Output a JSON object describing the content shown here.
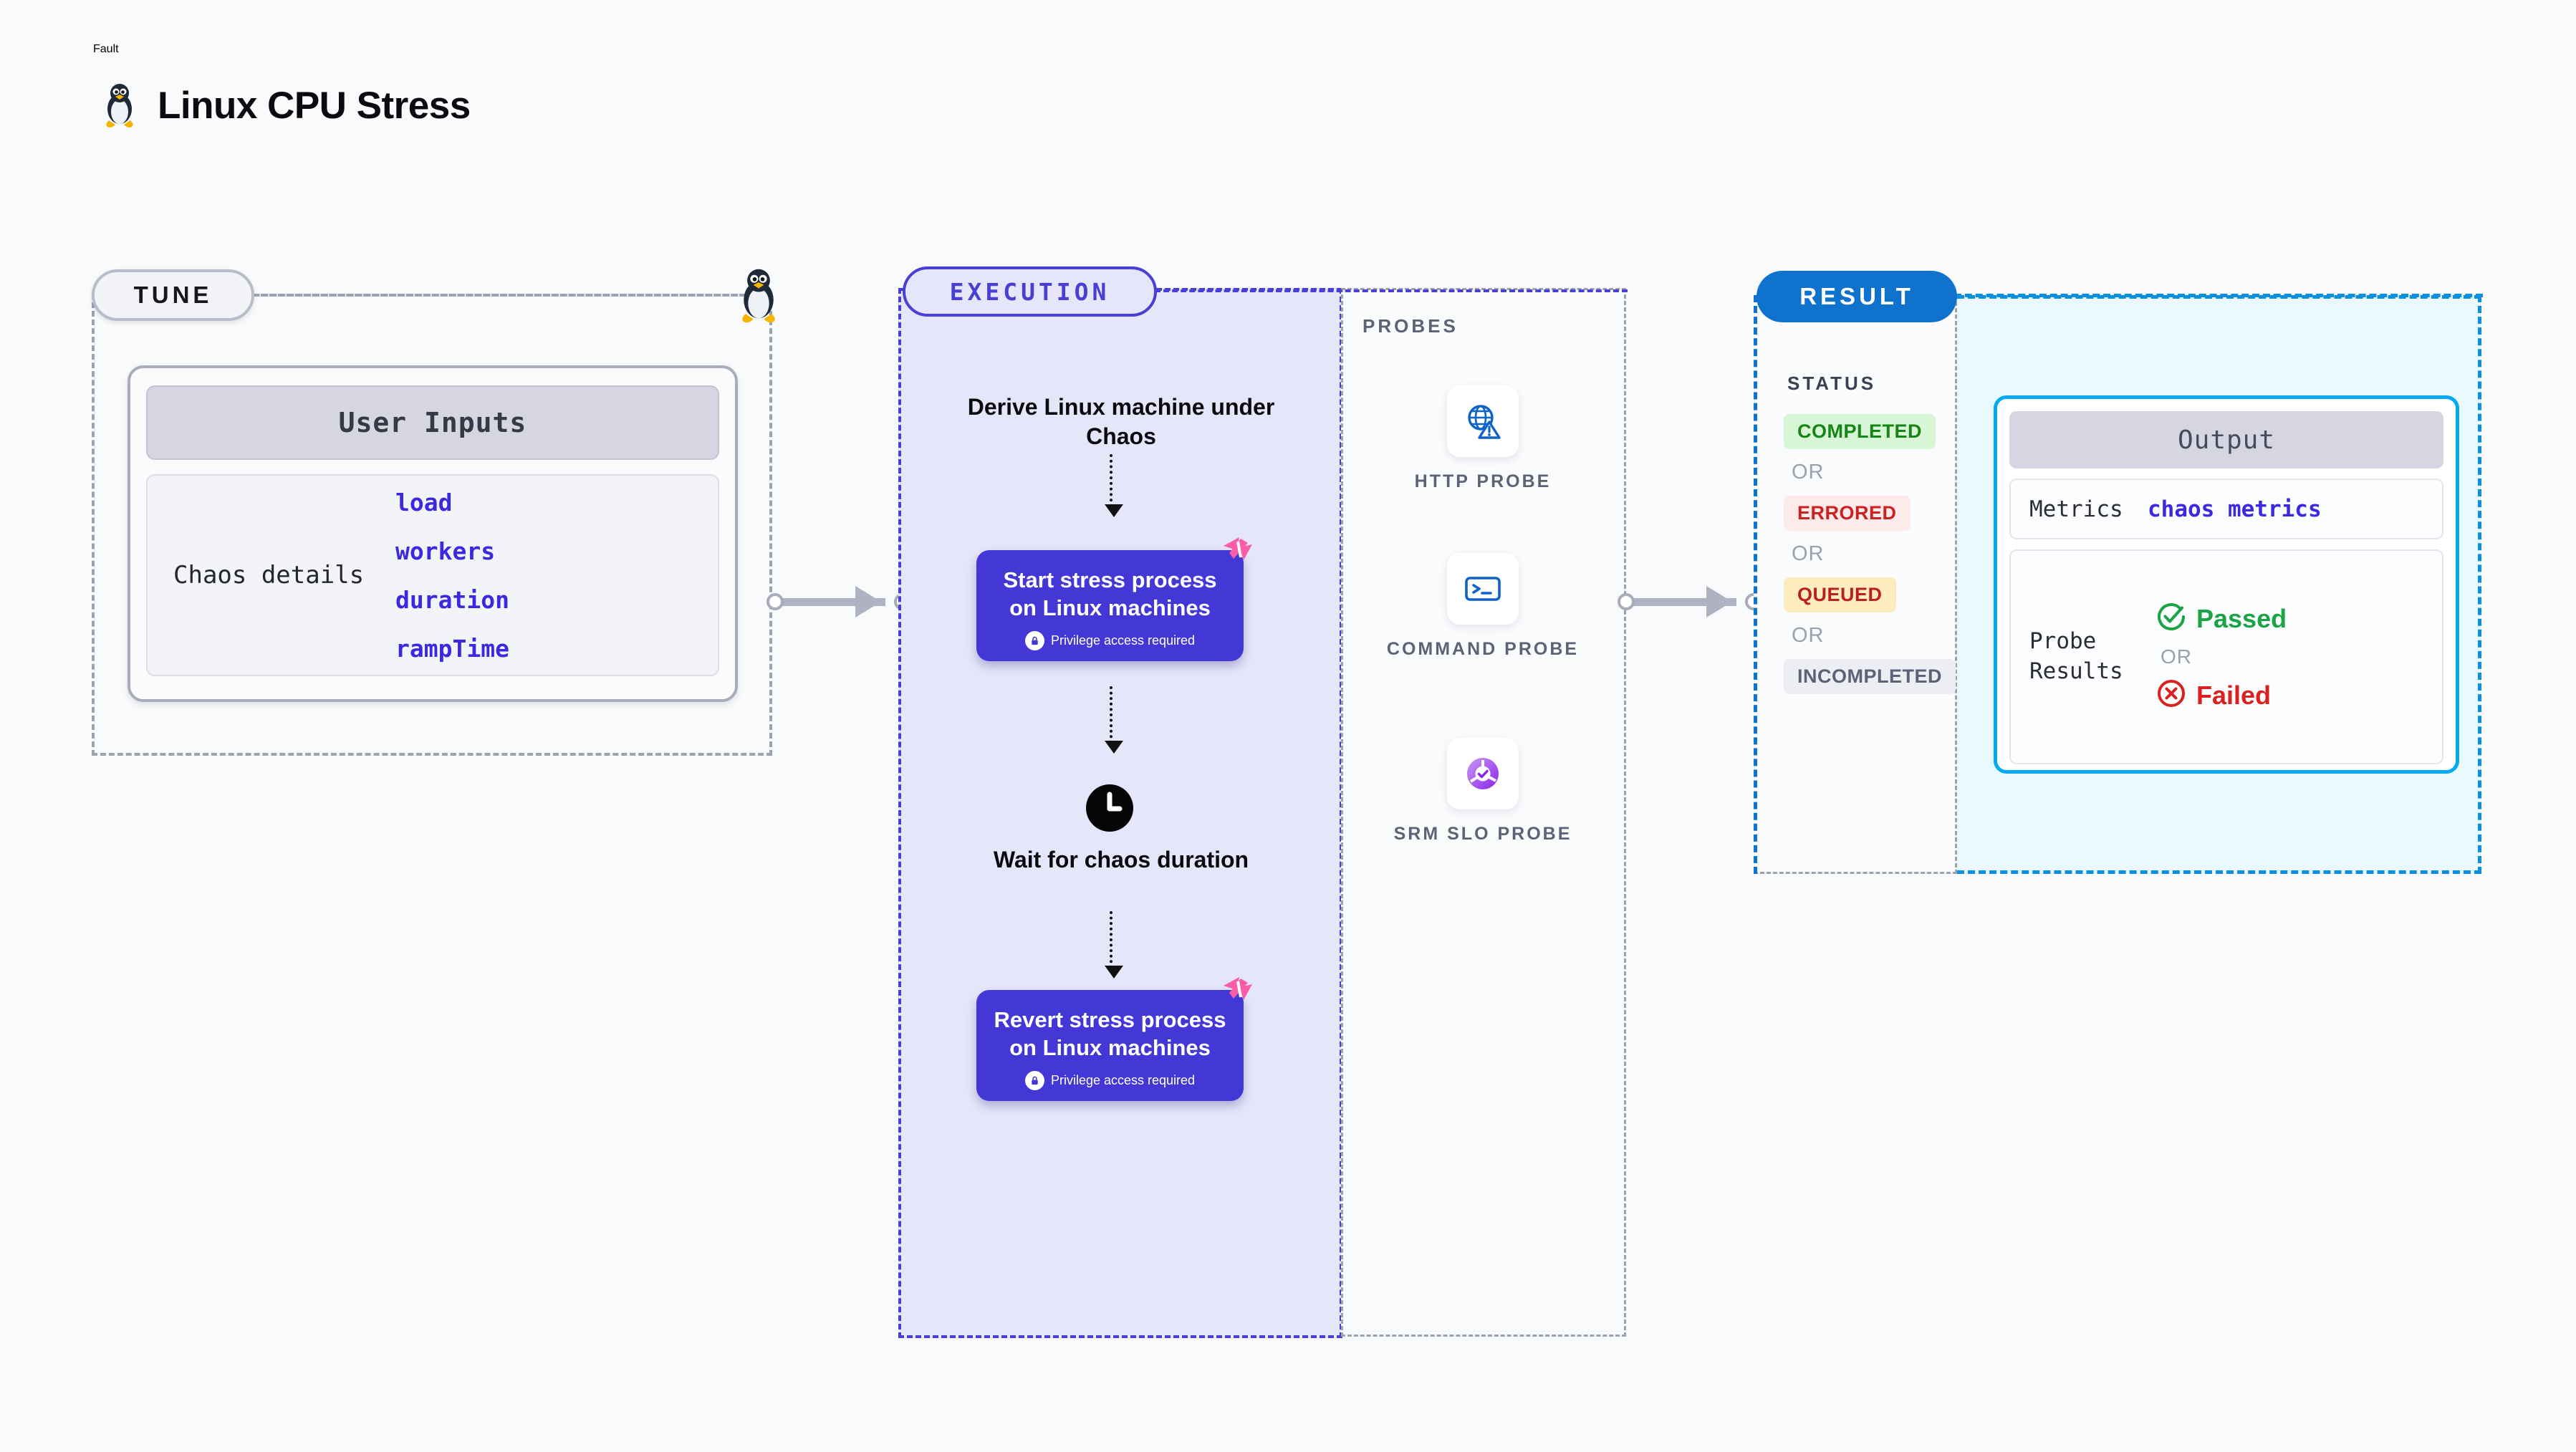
{
  "header": {
    "kicker": "Fault",
    "title": "Linux CPU Stress",
    "icon": "linux-penguin-icon"
  },
  "tune": {
    "pill_label": "TUNE",
    "penguin_icon": "linux-penguin-icon",
    "card": {
      "header": "User Inputs",
      "details_label": "Chaos details",
      "params": [
        "load",
        "workers",
        "duration",
        "rampTime"
      ]
    }
  },
  "execution": {
    "pill_label": "EXECUTION",
    "derive_label": "Derive Linux machine under Chaos",
    "nodes": [
      {
        "title": "Start stress process on Linux machines",
        "privilege": "Privilege access required",
        "badge": "harness-logo-icon",
        "lock": "lock-icon"
      },
      {
        "title": "Revert stress process on Linux machines",
        "privilege": "Privilege access required",
        "badge": "harness-logo-icon",
        "lock": "lock-icon"
      }
    ],
    "wait": {
      "icon": "clock-icon",
      "label": "Wait for chaos duration"
    }
  },
  "probes": {
    "section_label": "PROBES",
    "items": [
      {
        "icon": "globe-warning-icon",
        "caption": "HTTP PROBE"
      },
      {
        "icon": "terminal-command-icon",
        "caption": "COMMAND PROBE"
      },
      {
        "icon": "srm-slo-icon",
        "caption": "SRM SLO PROBE"
      }
    ]
  },
  "result": {
    "pill_label": "RESULT",
    "status_label": "STATUS",
    "or_label": "OR",
    "statuses": [
      {
        "label": "COMPLETED",
        "bg": "#d8f5d6",
        "fg": "#168417"
      },
      {
        "label": "ERRORED",
        "bg": "#fdeaea",
        "fg": "#cc2121"
      },
      {
        "label": "QUEUED",
        "bg": "#fdedbe",
        "fg": "#bb2020"
      },
      {
        "label": "INCOMPLETED",
        "bg": "#eceef4",
        "fg": "#5c6377"
      }
    ],
    "output": {
      "header": "Output",
      "metrics_label": "Metrics",
      "metrics_value": "chaos metrics",
      "probe_results_label": "Probe Results",
      "passed_label": "Passed",
      "failed_label": "Failed",
      "or_label": "OR",
      "passed_icon": "check-circle-icon",
      "failed_icon": "x-circle-icon"
    }
  },
  "colors": {
    "page_bg": "#f8fafc",
    "execution_bg": "#e6e6fa",
    "execution_accent": "#4a3fd4",
    "node_fill": "#4338d6",
    "result_accent": "#0f72cd",
    "output_bg": "#eaf9fe",
    "output_border": "#03aaf0",
    "param_text": "#3c28e0",
    "harness_pink": "#f95da8",
    "connector_gray": "#aeb2c2"
  }
}
